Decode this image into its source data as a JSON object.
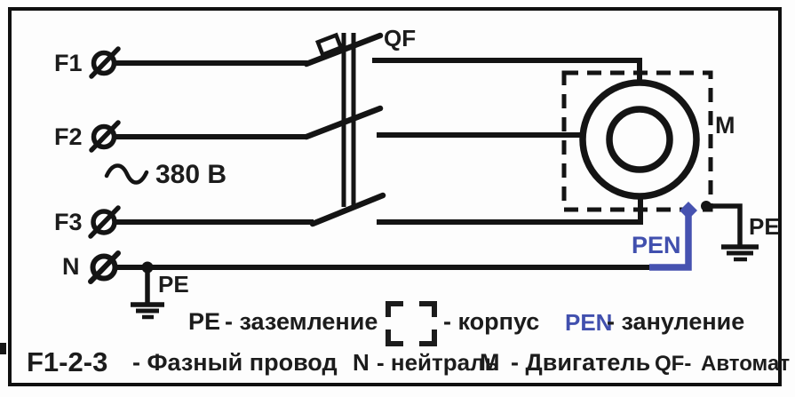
{
  "diagram_labels": {
    "phase1": "F1",
    "phase2": "F2",
    "phase3": "F3",
    "neutral": "N",
    "voltage": "380 В",
    "breaker": "QF",
    "motor": "M",
    "pe_neutral": "PE",
    "pe_motor": "PE",
    "pen": "PEN"
  },
  "legend": {
    "row1": [
      {
        "term": "PE",
        "desc": "- заземление"
      },
      {
        "term": "",
        "icon": "corner-bracket-icon",
        "desc": "- корпус"
      },
      {
        "term": "PEN",
        "desc": "- зануление"
      }
    ],
    "row2": [
      {
        "term": "F1-2-3",
        "desc": "- Фазный провод"
      },
      {
        "term": "N",
        "desc": "- нейтраль"
      },
      {
        "term": "М",
        "desc": "- Двигатель"
      },
      {
        "term": "QF-",
        "desc": "Автомат"
      }
    ]
  },
  "colors": {
    "wire": "#141414",
    "text": "#1c1c1c",
    "pen_blue": "#4652b0",
    "background": "#fdfdfd"
  }
}
